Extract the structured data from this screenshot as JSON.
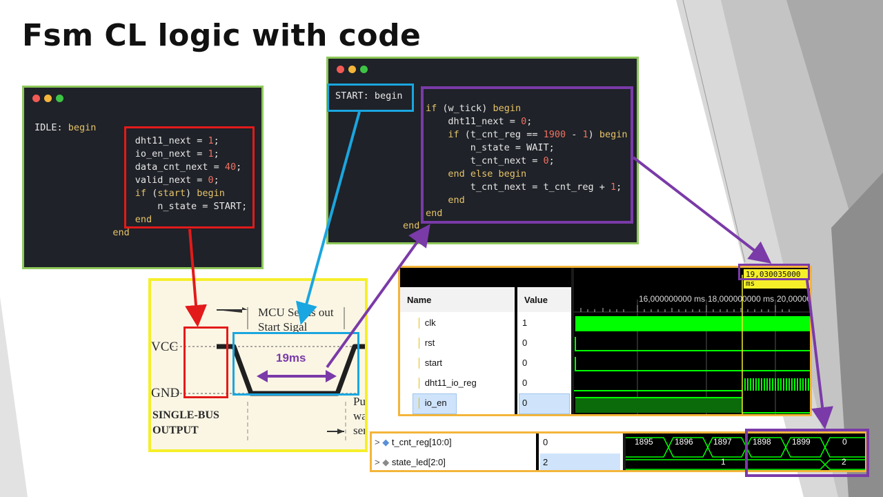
{
  "slide": {
    "title": "Fsm CL logic with code"
  },
  "colors": {
    "code_border": "#8ec85a",
    "red_box": "#e31a1a",
    "cyan_box": "#1aa6e0",
    "purple_box": "#7a3aa8",
    "yellow_frame": "#f5ef2a",
    "wave_green": "#00ff00"
  },
  "code_left": {
    "lines": [
      {
        "indent": 0,
        "parts": [
          {
            "t": "IDLE: ",
            "c": "txt"
          },
          {
            "t": "begin",
            "c": "kw"
          }
        ]
      },
      {
        "indent": 18,
        "parts": [
          {
            "t": "dht11_next = ",
            "c": "txt"
          },
          {
            "t": "1",
            "c": "num"
          },
          {
            "t": ";",
            "c": "txt"
          }
        ]
      },
      {
        "indent": 18,
        "parts": [
          {
            "t": "io_en_next = ",
            "c": "txt"
          },
          {
            "t": "1",
            "c": "num"
          },
          {
            "t": ";",
            "c": "txt"
          }
        ]
      },
      {
        "indent": 18,
        "parts": [
          {
            "t": "data_cnt_next = ",
            "c": "txt"
          },
          {
            "t": "40",
            "c": "num"
          },
          {
            "t": ";",
            "c": "txt"
          }
        ]
      },
      {
        "indent": 18,
        "parts": [
          {
            "t": "valid_next = ",
            "c": "txt"
          },
          {
            "t": "0",
            "c": "num"
          },
          {
            "t": ";",
            "c": "txt"
          }
        ]
      },
      {
        "indent": 18,
        "parts": [
          {
            "t": "if",
            "c": "kw"
          },
          {
            "t": " (",
            "c": "txt"
          },
          {
            "t": "start",
            "c": "kw"
          },
          {
            "t": ") ",
            "c": "txt"
          },
          {
            "t": "begin",
            "c": "kw"
          }
        ]
      },
      {
        "indent": 22,
        "parts": [
          {
            "t": "n_state = START;",
            "c": "txt"
          }
        ]
      },
      {
        "indent": 18,
        "parts": [
          {
            "t": "end",
            "c": "kw"
          }
        ]
      },
      {
        "indent": 14,
        "parts": [
          {
            "t": "end",
            "c": "kw"
          }
        ]
      }
    ]
  },
  "code_right": {
    "start_label": "START: begin",
    "lines": [
      {
        "indent": 0,
        "parts": [
          {
            "t": "if",
            "c": "kw"
          },
          {
            "t": " (w_tick) ",
            "c": "txt"
          },
          {
            "t": "begin",
            "c": "kw"
          }
        ]
      },
      {
        "indent": 4,
        "parts": [
          {
            "t": "dht11_next = ",
            "c": "txt"
          },
          {
            "t": "0",
            "c": "num"
          },
          {
            "t": ";",
            "c": "txt"
          }
        ]
      },
      {
        "indent": 4,
        "parts": [
          {
            "t": "if",
            "c": "kw"
          },
          {
            "t": " (t_cnt_reg == ",
            "c": "txt"
          },
          {
            "t": "1900",
            "c": "num"
          },
          {
            "t": " - ",
            "c": "txt"
          },
          {
            "t": "1",
            "c": "num"
          },
          {
            "t": ") ",
            "c": "txt"
          },
          {
            "t": "begin",
            "c": "kw"
          }
        ]
      },
      {
        "indent": 8,
        "parts": [
          {
            "t": "n_state = WAIT;",
            "c": "txt"
          }
        ]
      },
      {
        "indent": 8,
        "parts": [
          {
            "t": "t_cnt_next = ",
            "c": "txt"
          },
          {
            "t": "0",
            "c": "num"
          },
          {
            "t": ";",
            "c": "txt"
          }
        ]
      },
      {
        "indent": 4,
        "parts": [
          {
            "t": "end else begin",
            "c": "kw"
          }
        ]
      },
      {
        "indent": 8,
        "parts": [
          {
            "t": "t_cnt_next = t_cnt_reg + ",
            "c": "txt"
          },
          {
            "t": "1",
            "c": "num"
          },
          {
            "t": ";",
            "c": "txt"
          }
        ]
      },
      {
        "indent": 4,
        "parts": [
          {
            "t": "end",
            "c": "kw"
          }
        ]
      },
      {
        "indent": 0,
        "parts": [
          {
            "t": "end",
            "c": "kw"
          }
        ]
      }
    ],
    "outer_end": "end"
  },
  "diagram": {
    "mcu_label": "MCU Sends out",
    "start_label": "Start Sigal",
    "vcc": "VCC",
    "gnd": "GND",
    "bus1": "SINGLE-BUS",
    "bus2": "OUTPUT",
    "duration": "19ms",
    "cut1": "Pu",
    "cut2": "wa",
    "cut3": "ser"
  },
  "sim": {
    "headers": {
      "name": "Name",
      "value": "Value"
    },
    "cursor": "19,030035000 ms",
    "ticks": [
      "16,000000000 ms",
      "18,000000000 ms",
      "20,00000"
    ],
    "signals": [
      {
        "name": "clk",
        "value": "1"
      },
      {
        "name": "rst",
        "value": "0"
      },
      {
        "name": "start",
        "value": "0"
      },
      {
        "name": "dht11_io_reg",
        "value": "0"
      },
      {
        "name": "io_en",
        "value": "0"
      }
    ]
  },
  "sim2": {
    "signals": [
      {
        "name": "t_cnt_reg[10:0]",
        "value": "0"
      },
      {
        "name": "state_led[2:0]",
        "value": "2"
      }
    ],
    "t_cnt_values": [
      "1895",
      "1896",
      "1897",
      "1898",
      "1899",
      "0"
    ],
    "state_values": [
      "1",
      "2"
    ]
  }
}
